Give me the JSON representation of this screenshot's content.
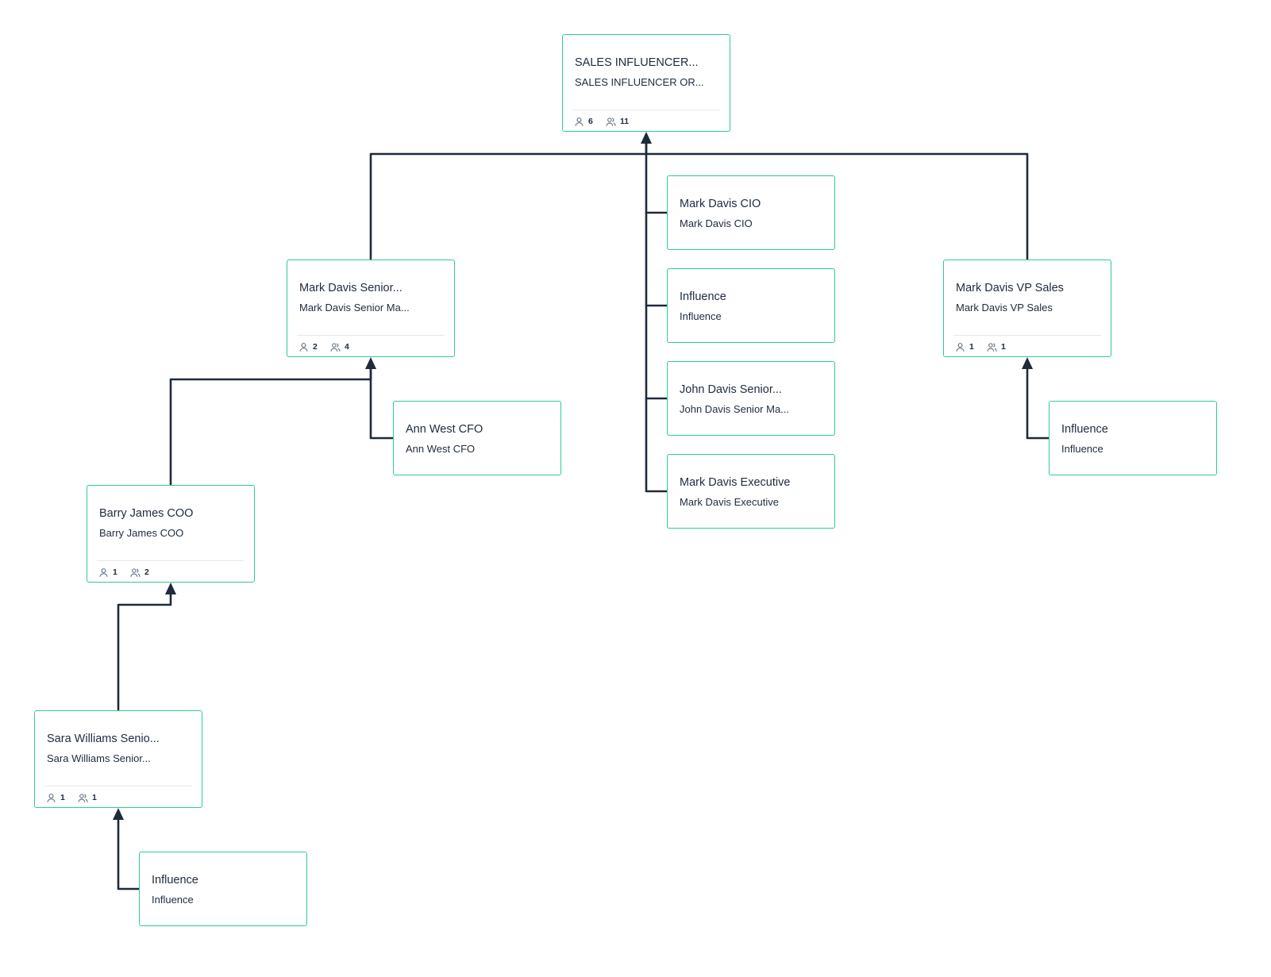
{
  "nodes": [
    {
      "id": "root",
      "title": "SALES INFLUENCER...",
      "subtitle": "SALES INFLUENCER OR...",
      "direct_reports": "6",
      "total_reports": "11",
      "icons": [
        "person-icon",
        "people-icon"
      ]
    },
    {
      "id": "mark-senior",
      "title": "Mark Davis Senior...",
      "subtitle": "Mark Davis Senior Ma...",
      "direct_reports": "2",
      "total_reports": "4",
      "icons": [
        "person-icon",
        "people-icon"
      ]
    },
    {
      "id": "mark-cio",
      "title": "Mark Davis CIO",
      "subtitle": "Mark Davis CIO"
    },
    {
      "id": "influence-1",
      "title": "Influence",
      "subtitle": "Influence"
    },
    {
      "id": "john-senior",
      "title": "John Davis Senior...",
      "subtitle": "John Davis Senior Ma..."
    },
    {
      "id": "mark-exec",
      "title": "Mark Davis Executive",
      "subtitle": "Mark Davis Executive"
    },
    {
      "id": "mark-vp",
      "title": "Mark Davis VP Sales",
      "subtitle": "Mark Davis VP Sales",
      "direct_reports": "1",
      "total_reports": "1",
      "icons": [
        "person-icon",
        "people-icon"
      ]
    },
    {
      "id": "ann-cfo",
      "title": "Ann West CFO",
      "subtitle": "Ann West CFO"
    },
    {
      "id": "influence-vp",
      "title": "Influence",
      "subtitle": "Influence"
    },
    {
      "id": "barry-coo",
      "title": "Barry James COO",
      "subtitle": "Barry James COO",
      "direct_reports": "1",
      "total_reports": "2",
      "icons": [
        "person-icon",
        "people-icon"
      ]
    },
    {
      "id": "sara-senior",
      "title": "Sara Williams Senio...",
      "subtitle": "Sara Williams Senior...",
      "direct_reports": "1",
      "total_reports": "1",
      "icons": [
        "person-icon",
        "people-icon"
      ]
    },
    {
      "id": "influence-sara",
      "title": "Influence",
      "subtitle": "Influence"
    }
  ],
  "edges": [
    {
      "from": "mark-senior",
      "to": "root"
    },
    {
      "from": "mark-vp",
      "to": "root"
    },
    {
      "from": "mark-cio",
      "to": "root"
    },
    {
      "from": "influence-1",
      "to": "root"
    },
    {
      "from": "john-senior",
      "to": "root"
    },
    {
      "from": "mark-exec",
      "to": "root"
    },
    {
      "from": "barry-coo",
      "to": "mark-senior"
    },
    {
      "from": "ann-cfo",
      "to": "mark-senior"
    },
    {
      "from": "influence-vp",
      "to": "mark-vp"
    },
    {
      "from": "sara-senior",
      "to": "barry-coo"
    },
    {
      "from": "influence-sara",
      "to": "sara-senior"
    }
  ],
  "colors": {
    "card_border": "#2ecb94",
    "edge": "#1f2a3a",
    "text": "#1e2b3c",
    "icon": "#5c6b7e",
    "divider": "#e6e8ec"
  }
}
